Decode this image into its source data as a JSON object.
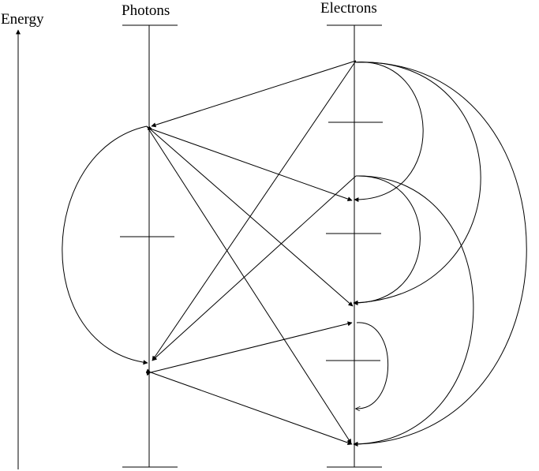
{
  "labels": {
    "energy": "Energy",
    "photons": "Photons",
    "electrons": "Electrons"
  },
  "colors": {
    "stroke": "#000000",
    "background": "#ffffff"
  }
}
